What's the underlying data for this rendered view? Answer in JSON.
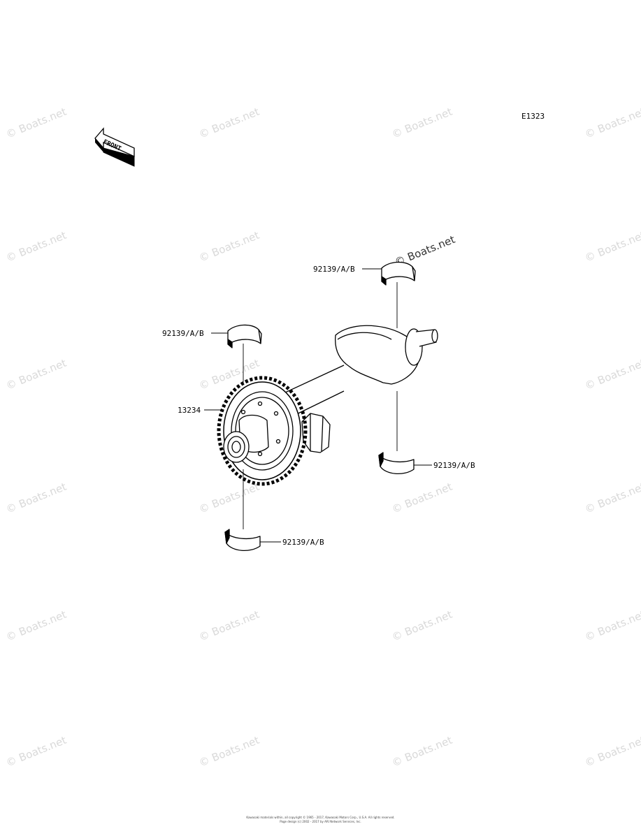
{
  "diagram": {
    "code": "E1323",
    "front_label": "FRONT",
    "watermark": "© Boats.net",
    "callouts": [
      {
        "id": "bearing-upper-right",
        "part_number": "92139/A/B"
      },
      {
        "id": "bearing-upper-left",
        "part_number": "92139/A/B"
      },
      {
        "id": "gear",
        "part_number": "13234"
      },
      {
        "id": "bearing-lower-right",
        "part_number": "92139/A/B"
      },
      {
        "id": "bearing-lower-left",
        "part_number": "92139/A/B"
      }
    ],
    "footer_line1": "Kawasaki materials within, all copyright © 1965 - 2017, Kawasaki Motors Corp., U.S.A. All rights reserved.",
    "footer_line2": "Page design (c) 2002 - 2017 by ARI Network Services, Inc."
  }
}
